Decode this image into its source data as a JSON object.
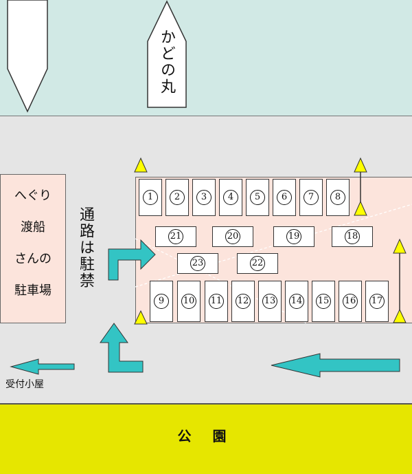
{
  "labels": {
    "kadonomaru": "かどの丸",
    "lot_left": [
      "へぐり",
      "渡船",
      "さんの",
      "駐車場"
    ],
    "no_parking": "通路は駐禁",
    "park": "公 園",
    "reception": "受付小屋"
  },
  "slots_top": [
    "1",
    "2",
    "3",
    "4",
    "5",
    "6",
    "7",
    "8"
  ],
  "slots_middle": [
    "21",
    "20",
    "19",
    "18"
  ],
  "slots_lower_middle": [
    "23",
    "22"
  ],
  "slots_bottom": [
    "9",
    "10",
    "11",
    "12",
    "13",
    "14",
    "15",
    "16",
    "17"
  ],
  "colors": {
    "water": "#d1e9e5",
    "road": "#e5e5e5",
    "lot": "#fce4dc",
    "park": "#e6e600",
    "arrow": "#33c4c4",
    "marker": "#ffff00"
  }
}
